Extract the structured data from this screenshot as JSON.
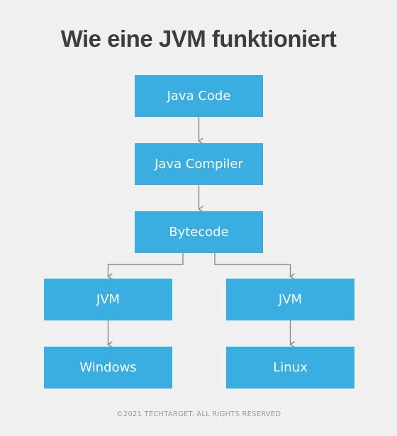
{
  "title": "Wie eine JVM funktioniert",
  "nodes": {
    "java_code": "Java Code",
    "java_compiler": "Java Compiler",
    "bytecode": "Bytecode",
    "jvm_left": "JVM",
    "jvm_right": "JVM",
    "windows": "Windows",
    "linux": "Linux"
  },
  "footer": "©2021 TECHTARGET. ALL RIGHTS RESERVED",
  "colors": {
    "background": "#f0f0f0",
    "node_fill": "#3aaee0",
    "node_text": "#ffffff",
    "connector": "#8a8a8a",
    "title": "#3d3d3d",
    "footer": "#9a9a9a"
  }
}
